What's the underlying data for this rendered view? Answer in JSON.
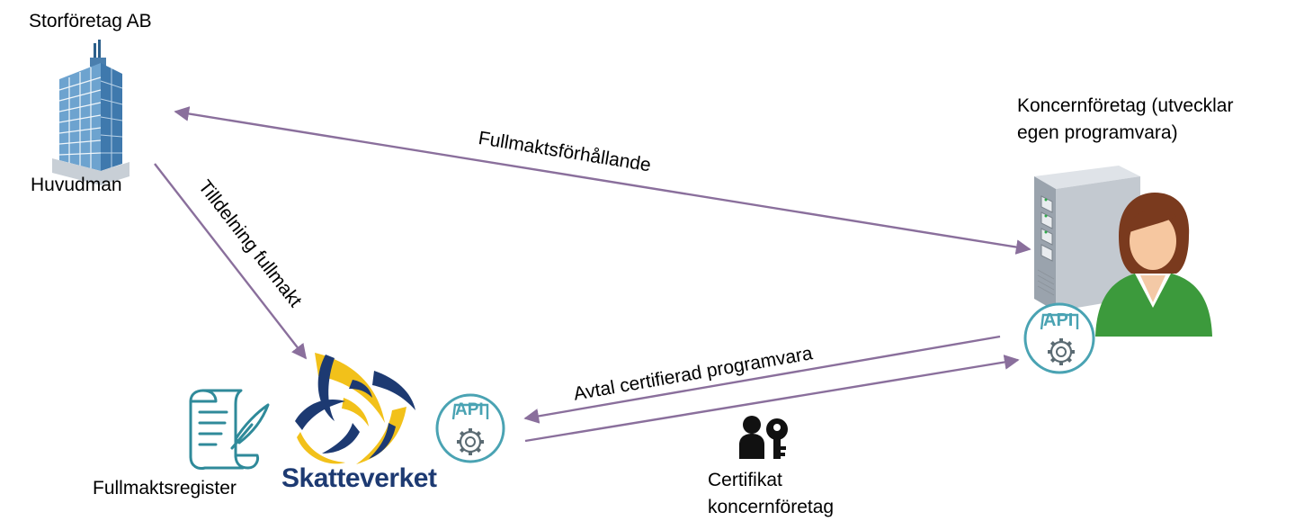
{
  "nodes": {
    "principal": {
      "company_name": "Storföretag AB",
      "role": "Huvudman"
    },
    "group_company": {
      "title": [
        "Koncernföretag (utvecklar",
        "egen programvara)"
      ]
    },
    "tax_agency": {
      "logo_text": "Skatteverket"
    },
    "register": {
      "label": "Fullmaktsregister"
    },
    "certificate": {
      "label": [
        "Certifikat",
        "koncernföretag"
      ]
    },
    "api_badge": {
      "text": "API"
    }
  },
  "edges": {
    "proxy_relation": "Fullmaktsförhållande",
    "proxy_assignment": "Tilldelning fullmakt",
    "certified_software_agreement": "Avtal certifierad programvara"
  },
  "colors": {
    "arrow": "#8a6f9c",
    "api_teal": "#4aa3b3",
    "skatteverket_blue": "#1d3a72",
    "skatteverket_yellow": "#f2c11a",
    "register_teal": "#2f8a9a",
    "person_green": "#3c9a3c"
  }
}
